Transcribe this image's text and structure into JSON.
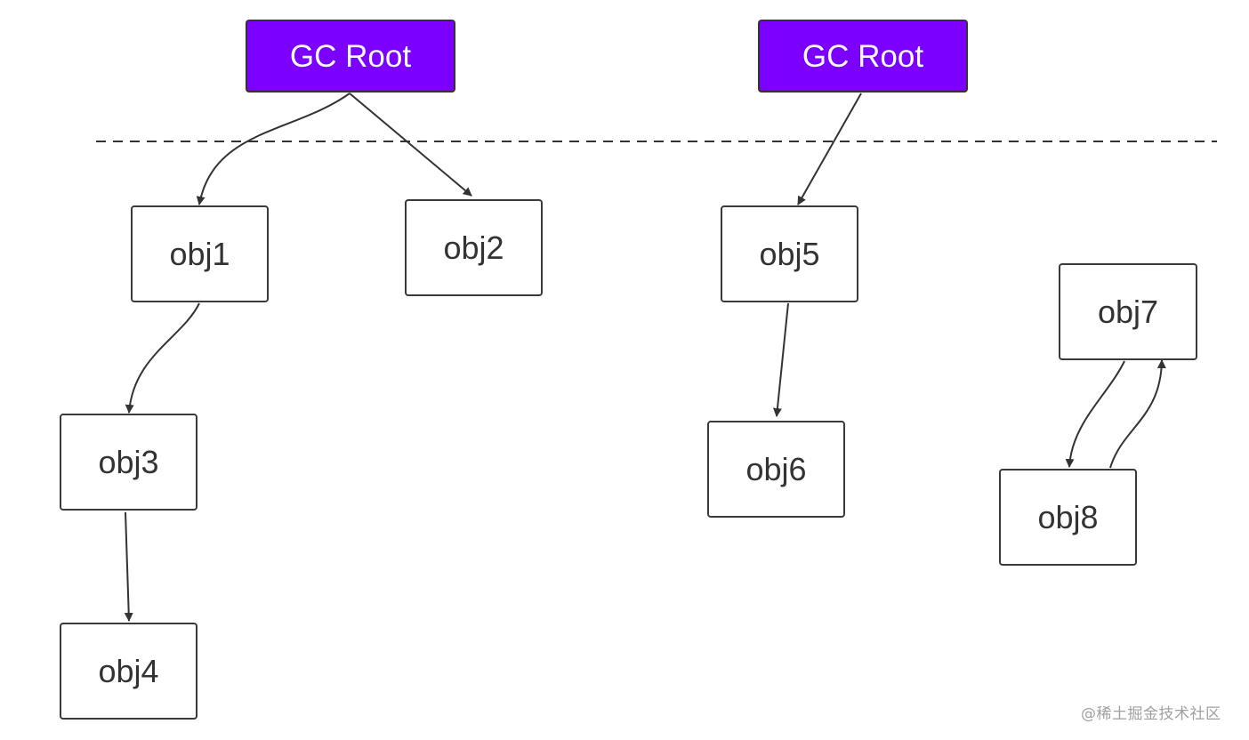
{
  "colors": {
    "root_fill": "#7b00ff",
    "line": "#333333",
    "node_border": "#3a3a3a",
    "text": "#333333"
  },
  "roots": [
    {
      "label": "GC Root"
    },
    {
      "label": "GC Root"
    }
  ],
  "objects": {
    "obj1": "obj1",
    "obj2": "obj2",
    "obj3": "obj3",
    "obj4": "obj4",
    "obj5": "obj5",
    "obj6": "obj6",
    "obj7": "obj7",
    "obj8": "obj8"
  },
  "references": [
    {
      "from": "GC Root (left)",
      "to": "obj1"
    },
    {
      "from": "GC Root (left)",
      "to": "obj2"
    },
    {
      "from": "obj1",
      "to": "obj3"
    },
    {
      "from": "obj3",
      "to": "obj4"
    },
    {
      "from": "GC Root (right)",
      "to": "obj5"
    },
    {
      "from": "obj5",
      "to": "obj6"
    },
    {
      "from": "obj7",
      "to": "obj8"
    },
    {
      "from": "obj8",
      "to": "obj7"
    }
  ],
  "watermark": "@稀土掘金技术社区"
}
